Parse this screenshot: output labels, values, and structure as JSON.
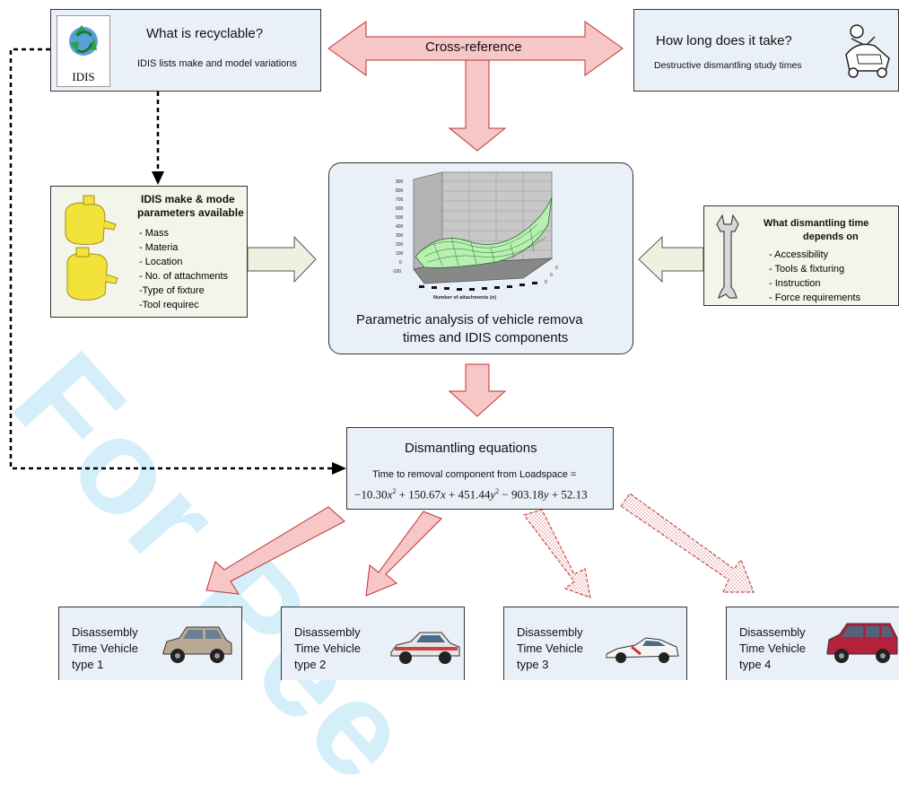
{
  "watermark": "For Pee",
  "recyclable": {
    "title": "What is recyclable?",
    "subtitle": "IDIS lists make and model variations",
    "logo_label": "IDIS"
  },
  "cross_reference": {
    "label": "Cross-reference"
  },
  "howlong": {
    "title": "How long does it take?",
    "subtitle": "Destructive dismantling study times"
  },
  "idis_params": {
    "title_line1": "IDIS make & mode",
    "title_line2": "parameters available",
    "items": [
      "- Mass",
      "- Materia",
      "- Location",
      "- No. of attachments",
      "-Type of fixture",
      "-Tool requirec"
    ]
  },
  "center": {
    "caption_line1": "Parametric analysis of vehicle remova",
    "caption_line2": "times and IDIS components",
    "x_axis_label": "Number of attachments (n)",
    "y_ticks": [
      "900",
      "800",
      "700",
      "600",
      "500",
      "400",
      "300",
      "200",
      "100",
      "0",
      "-100"
    ],
    "depth_ticks": [
      "0",
      "0",
      "0"
    ]
  },
  "depends": {
    "title_line1": "What dismantling time",
    "title_line2": "depends on",
    "items": [
      "- Accessibility",
      "- Tools & fixturing",
      "- Instruction",
      "- Force requirements"
    ]
  },
  "equations": {
    "title": "Dismantling equations",
    "line1": "Time to removal component from Loadspace =",
    "formula_parts": [
      "−10.30",
      "x",
      "2",
      " + 150.67",
      "x",
      " + 451.44",
      "y",
      "2",
      " − 903.18",
      "y",
      " + 52.13"
    ]
  },
  "vehicles": [
    {
      "line1": "Disassembly",
      "line2": "Time Vehicle",
      "line3": "type 1",
      "icon": "suv-icon"
    },
    {
      "line1": "Disassembly",
      "line2": "Time Vehicle",
      "line3": "type 2",
      "icon": "sedan-icon"
    },
    {
      "line1": "Disassembly",
      "line2": "Time Vehicle",
      "line3": "type 3",
      "icon": "sports-car-icon"
    },
    {
      "line1": "Disassembly",
      "line2": "Time Vehicle",
      "line3": "type 4",
      "icon": "minivan-icon"
    }
  ],
  "colors": {
    "arrow_fill": "#f7c6c6",
    "arrow_stroke": "#c03030",
    "box_blue": "#eaf0f8",
    "box_cream": "#f4f5ea",
    "hollow_arrow": "#eef1e0",
    "watermark": "#19a7e6"
  }
}
